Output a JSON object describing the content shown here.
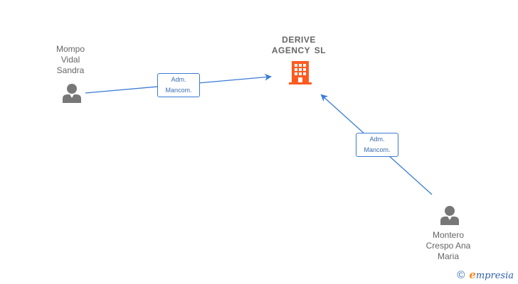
{
  "company": {
    "name_line1": "DERIVE",
    "name_line2": "AGENCY  SL",
    "icon": "building-icon",
    "color": "#ff5a1f"
  },
  "persons": [
    {
      "line1": "Mompo",
      "line2": "Vidal",
      "line3": "Sandra",
      "icon": "person-icon"
    },
    {
      "line1": "Montero",
      "line2": "Crespo Ana",
      "line3": "Maria",
      "icon": "person-icon"
    }
  ],
  "relations": [
    {
      "line1": "Adm.",
      "line2": "Mancom."
    },
    {
      "line1": "Adm.",
      "line2": "Mancom."
    }
  ],
  "colors": {
    "edge": "#3a7bd5",
    "person_icon": "#777777",
    "label_text": "#666666"
  },
  "watermark": {
    "copyright_symbol": "©",
    "brand_initial": "e",
    "brand_rest": "mpresia"
  }
}
